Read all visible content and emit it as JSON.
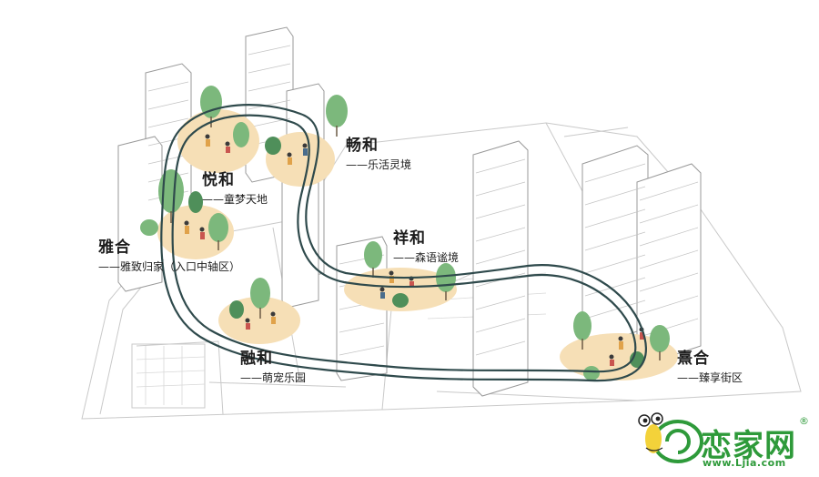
{
  "zones": [
    {
      "id": "yuehe",
      "title": "悦和",
      "subtitle": "——童梦天地"
    },
    {
      "id": "changhe",
      "title": "畅和",
      "subtitle": "——乐活灵境"
    },
    {
      "id": "yahe",
      "title": "雅合",
      "subtitle": "——雅致归家（入口中轴区）"
    },
    {
      "id": "xianghe",
      "title": "祥和",
      "subtitle": "——森语谧境"
    },
    {
      "id": "ronghe",
      "title": "融和",
      "subtitle": "——萌宠乐园"
    },
    {
      "id": "xihe",
      "title": "熹合",
      "subtitle": "——臻享街区"
    }
  ],
  "watermark": {
    "brand": "恋家网",
    "registered": "®",
    "url": "www.Ljia.com"
  },
  "colors": {
    "path": "#2f4a4c",
    "zone_fill": "#f6dfb6",
    "tree": "#7cb87c",
    "tree_dark": "#4f8f5a",
    "building": "#ffffff",
    "line": "#b8b8b8",
    "brand": "#2e9a3a"
  }
}
